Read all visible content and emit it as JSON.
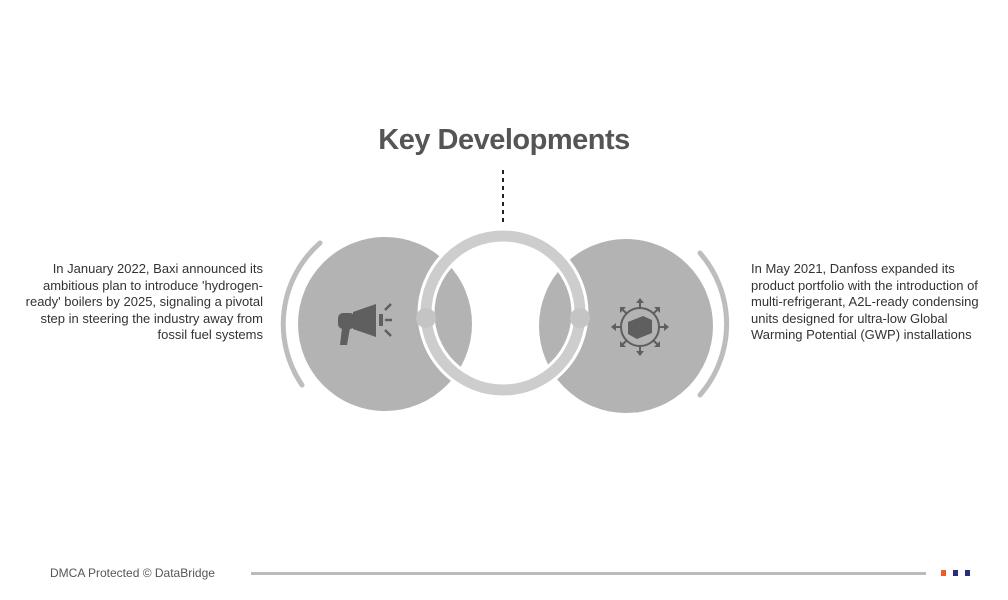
{
  "title": "Key Developments",
  "left": {
    "text": "In January 2022, Baxi announced its ambitious plan to introduce 'hydrogen-ready' boilers by 2025, signaling a pivotal step in steering the industry away from fossil fuel systems",
    "icon": "megaphone-icon"
  },
  "right": {
    "text": "In May 2021, Danfoss expanded its product portfolio with the introduction of multi-refrigerant, A2L-ready condensing units designed for ultra-low Global Warming Potential (GWP) installations",
    "icon": "box-distribution-icon"
  },
  "footer": {
    "text": "DMCA Protected © DataBridge"
  },
  "colors": {
    "circle": "#b3b3b3",
    "ring": "#cdcdcd",
    "icon": "#5f5f5f",
    "accent1": "#f05a28",
    "accent2": "#2b2d7a"
  }
}
